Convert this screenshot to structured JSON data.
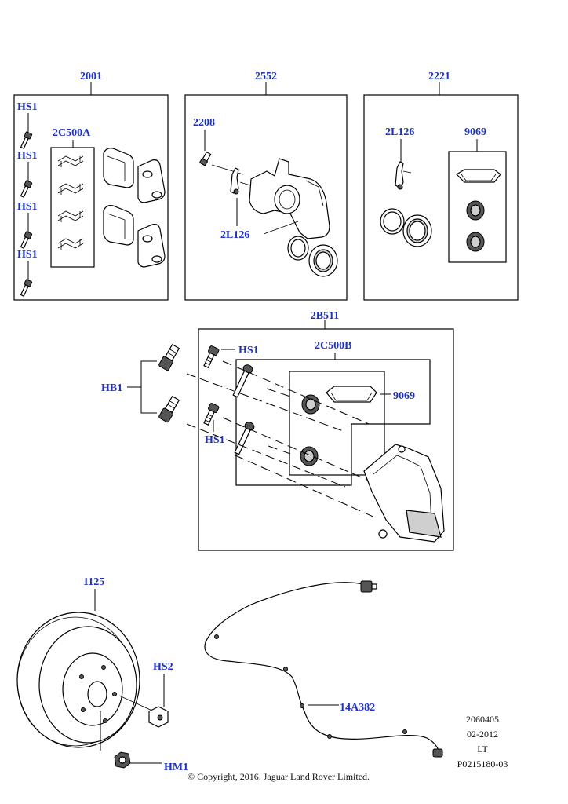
{
  "callouts": {
    "c2001": "2001",
    "c2552": "2552",
    "c2221": "2221",
    "hs1_a": "HS1",
    "hs1_b": "HS1",
    "hs1_c": "HS1",
    "hs1_d": "HS1",
    "c2c500a": "2C500A",
    "c2208": "2208",
    "c2l126_a": "2L126",
    "c2l126_b": "2L126",
    "c9069_a": "9069",
    "c2b511": "2B511",
    "c2c500b": "2C500B",
    "hs1_e": "HS1",
    "hs1_f": "HS1",
    "hb1": "HB1",
    "c9069_b": "9069",
    "c1125": "1125",
    "hs2": "HS2",
    "hm1": "HM1",
    "c14a382": "14A382"
  },
  "reference": {
    "line1": "2060405",
    "line2": "02-2012",
    "line3": "LT",
    "line4": "P0215180-03"
  },
  "copyright": "© Copyright, 2016. Jaguar Land Rover Limited.",
  "colors": {
    "callout": "#1a2fd6",
    "line": "#000000",
    "background": "#ffffff"
  }
}
